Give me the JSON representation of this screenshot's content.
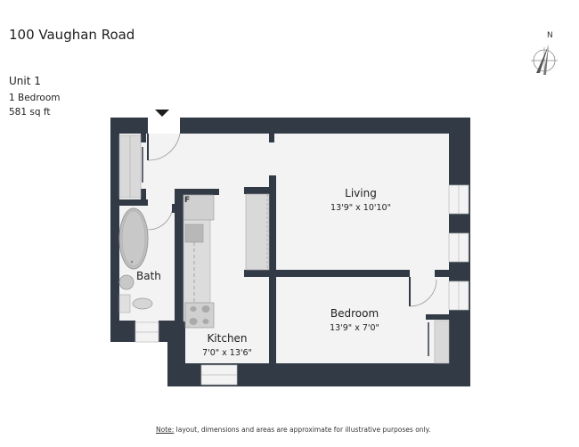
{
  "header": {
    "address": "100 Vaughan Road",
    "unit": "Unit 1",
    "bedrooms": "1 Bedroom",
    "area": "581 sq ft"
  },
  "compass": {
    "label": "N"
  },
  "rooms": [
    {
      "name": "Living",
      "dimensions": "13'9\" x 10'10\""
    },
    {
      "name": "Bedroom",
      "dimensions": "13'9\" x 7'0\""
    },
    {
      "name": "Kitchen",
      "dimensions": "7'0\" x 13'6\""
    },
    {
      "name": "Bath",
      "dimensions": ""
    }
  ],
  "fixtures": {
    "fridge_label": "F"
  },
  "footer": {
    "note_label": "Note:",
    "note_text": " layout, dimensions and areas are approximate for illustrative purposes only."
  },
  "colors": {
    "wall": "#323a46",
    "floor": "#f3f3f3",
    "fixture": "#c8c8c8",
    "background": "#ffffff"
  }
}
